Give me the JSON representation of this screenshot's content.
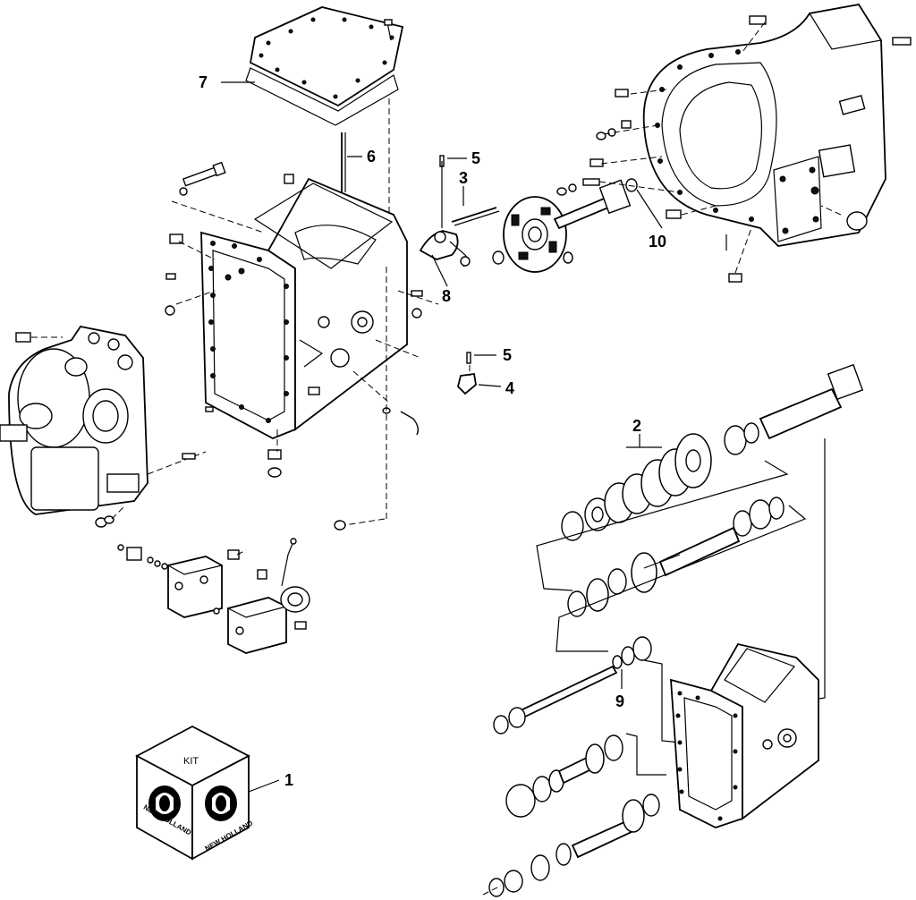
{
  "callouts": [
    {
      "id": "1",
      "label": "1"
    },
    {
      "id": "2",
      "label": "2"
    },
    {
      "id": "3",
      "label": "3"
    },
    {
      "id": "4",
      "label": "4"
    },
    {
      "id": "5a",
      "label": "5"
    },
    {
      "id": "5b",
      "label": "5"
    },
    {
      "id": "6",
      "label": "6"
    },
    {
      "id": "7",
      "label": "7"
    },
    {
      "id": "8",
      "label": "8"
    },
    {
      "id": "9",
      "label": "9"
    },
    {
      "id": "10",
      "label": "10"
    }
  ],
  "kit_box": {
    "label": "KIT",
    "logo_text_left": "NEW HOLLAND",
    "logo_text_right": "NEW HOLLAND"
  },
  "colors": {
    "ink": "#000000",
    "paper": "#ffffff"
  }
}
